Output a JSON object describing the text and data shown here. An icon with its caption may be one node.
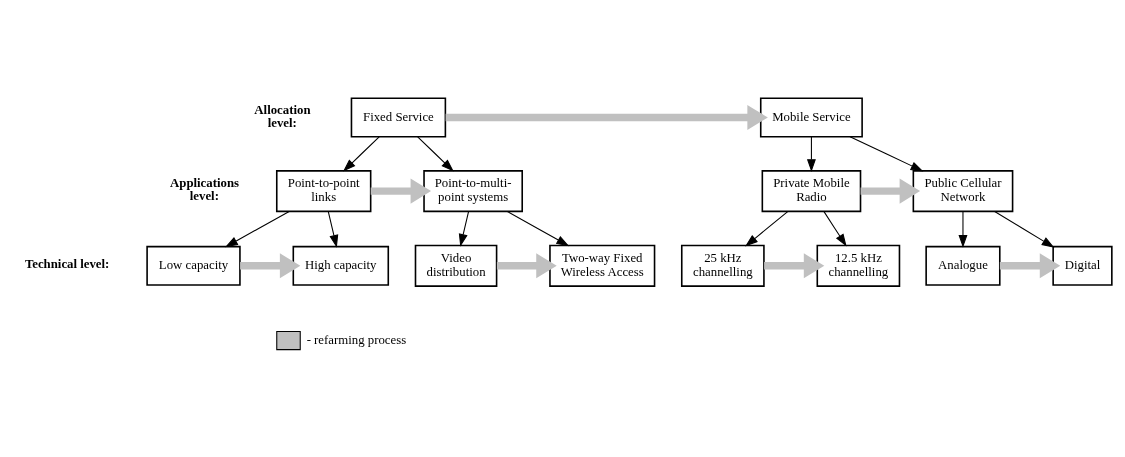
{
  "diagram": {
    "nodes": [
      {
        "text": [
          "Fixed Service"
        ]
      },
      {
        "text": [
          "Mobile Service"
        ]
      },
      {
        "text": [
          "Point-to-point links"
        ]
      },
      {
        "text": [
          "Point-to-multi-point systems"
        ]
      },
      {
        "text": [
          "Private Mobile Radio"
        ]
      },
      {
        "text": [
          "Public Cellular Network"
        ]
      },
      {
        "text": [
          "Video distribution"
        ]
      },
      {
        "text": [
          "Two-way Fixed Wireless Access"
        ]
      },
      {
        "text": [
          "Analogue"
        ]
      },
      {
        "text": [
          "Digital"
        ]
      },
      {
        "text": [
          "Low capacity"
        ]
      },
      {
        "text": [
          "High capacity"
        ]
      },
      {
        "text": [
          "25 kHz channelling"
        ]
      },
      {
        "text": [
          "12.5 kHz channelling"
        ]
      }
    ],
    "edges": [
      {
        "from": 0,
        "to": 1,
        "arrow": "to",
        "style": "thick",
        "color": "#c0c0c0"
      },
      {
        "from": 0,
        "to": 2,
        "arrow": "to"
      },
      {
        "from": 0,
        "to": 3,
        "arrow": "to"
      },
      {
        "from": 1,
        "to": 4,
        "arrow": "to"
      },
      {
        "from": 1,
        "to": 5,
        "arrow": "to"
      },
      {
        "from": 2,
        "to": 3,
        "arrow": "to",
        "style": "thick",
        "color": "#c0c0c0"
      },
      {
        "from": 4,
        "to": 5,
        "arrow": "to",
        "style": "thick",
        "color": "#c0c0c0"
      },
      {
        "from": 3,
        "to": 6,
        "arrow": "to"
      },
      {
        "from": 3,
        "to": 7,
        "arrow": "to"
      },
      {
        "from": 5,
        "to": 8,
        "arrow": "to"
      },
      {
        "from": 5,
        "to": 9,
        "arrow": "to"
      },
      {
        "from": 6,
        "to": 7,
        "arrow": "to",
        "style": "thick",
        "color": "#c0c0c0"
      },
      {
        "from": 8,
        "to": 9,
        "arrow": "to",
        "style": "thick",
        "color": "#c0c0c0"
      },
      {
        "from": 2,
        "to": 10,
        "arrow": "to"
      },
      {
        "from": 2,
        "to": 11,
        "arrow": "to"
      },
      {
        "from": 4,
        "to": 12,
        "arrow": "to"
      },
      {
        "from": 4,
        "to": 13,
        "arrow": "to"
      },
      {
        "from": 10,
        "to": 11,
        "arrow": "to",
        "style": "thick",
        "color": "#c0c0c0"
      },
      {
        "from": 12,
        "to": 13,
        "arrow": "to",
        "style": "thick",
        "color": "#c0c0c0"
      }
    ],
    "labels": [
      "Allocation level:",
      "Applications level:",
      "Technical level:"
    ],
    "legend": [
      {
        "text": "- refarming process"
      }
    ]
  }
}
